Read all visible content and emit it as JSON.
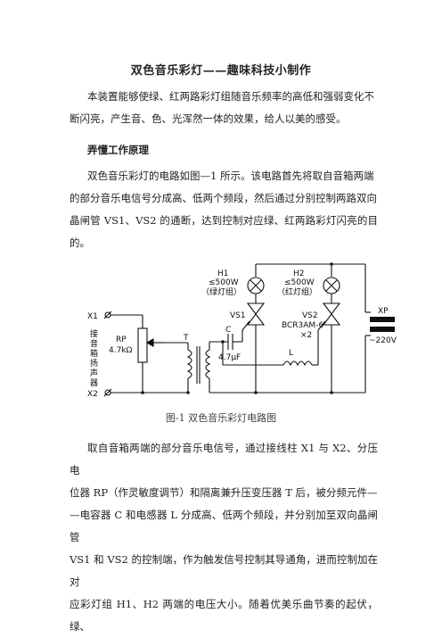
{
  "title": "双色音乐彩灯——趣味科技小制作",
  "intro": {
    "line1": "本装置能够使绿、红两路彩灯组随音乐频率的高低和强弱变化不",
    "line2": "断闪亮，产生音、色、光浑然一体的效果，给人以美的感受。"
  },
  "section_heading": "弄懂工作原理",
  "section_para": {
    "line1": "双色音乐彩灯的电路如图—1 所示。该电路首先将取自音箱两端",
    "line2": "的部分音乐电信号分成高、低两个频段，然后通过分别控制两路双向",
    "line3": "晶闸管 VS1、VS2 的通断，达到控制对应绿、红两路彩灯闪亮的目的。"
  },
  "circuit": {
    "h1_name": "H1",
    "h1_rating": "≤500W",
    "h1_group": "（绿灯组）",
    "h2_name": "H2",
    "h2_rating": "≤500W",
    "h2_group": "（红灯组）",
    "vs1": "VS1",
    "vs2": "VS2",
    "vs2_model": "BCR3AM-6",
    "vs2_qty": "×2",
    "c_name": "C",
    "c_value": "4.7μF",
    "l_name": "L",
    "t_name": "T",
    "rp_name": "RP",
    "rp_value": "4.7kΩ",
    "x1": "X1",
    "x2": "X2",
    "speaker_label": [
      "接",
      "音",
      "箱",
      "扬",
      "声",
      "器"
    ],
    "xp": "XP",
    "mains": "~220V"
  },
  "caption": "图-1 双色音乐彩灯电路图",
  "body_para": {
    "line1": "取自音箱两端的部分音乐电信号，通过接线柱 X1 与 X2、分压电",
    "line2": "位器 RP（作灵敏度调节）和隔离兼升压变压器 T 后，被分频元件—",
    "line3": "—电容器 C 和电感器 L 分成高、低两个频段，并分别加至双向晶闸管",
    "line4": "VS1 和 VS2 的控制端，作为触发信号控制其导通角，进而控制加在对",
    "line5": "应彩灯组 H1、H2 两端的电压大小。随着优美乐曲节奏的起伏，绿、"
  }
}
